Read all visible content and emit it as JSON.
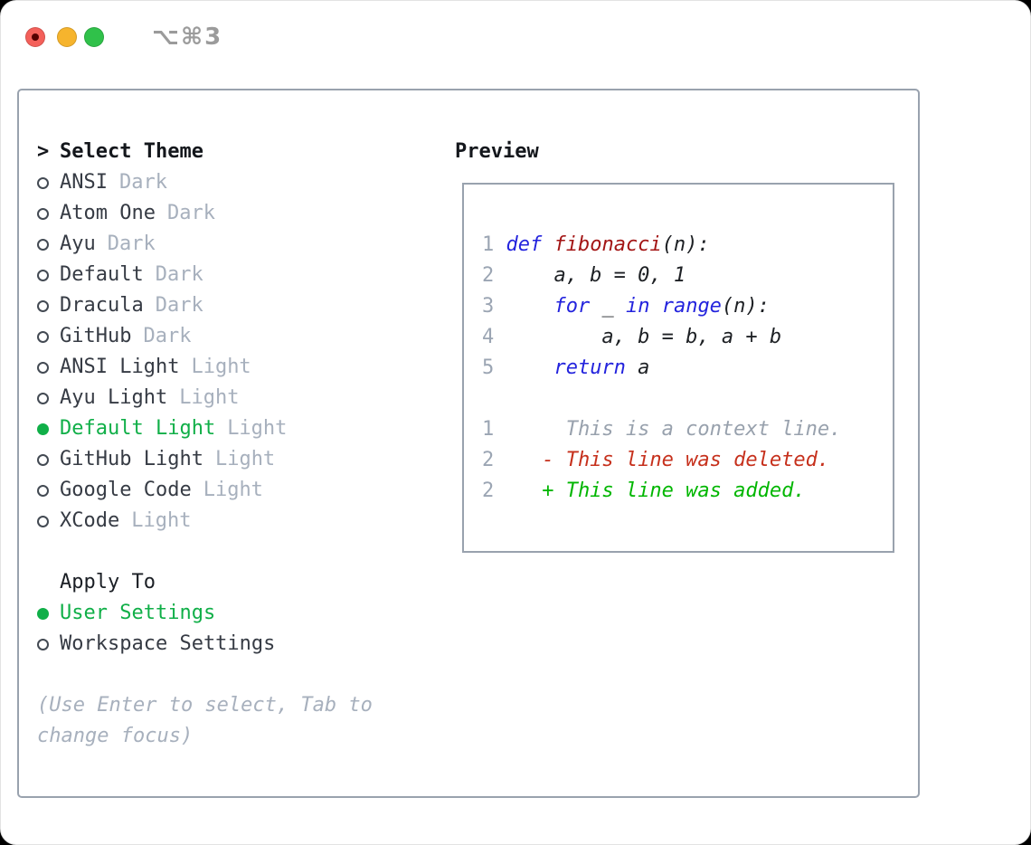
{
  "colors": {
    "ink": "#14171c",
    "item": "#363b44",
    "muted": "#a7b0bd",
    "green": "#10af48",
    "kw_blue": "#2323dd",
    "fn_red": "#a31515",
    "code_plain": "#1d2024",
    "ln_gray": "#9ba5b3",
    "ctx_gray": "#98a1ad",
    "del_red": "#c6301c",
    "add_green": "#00b600",
    "panel_border": "#99a2ae",
    "title_gray": "#9b9b9b",
    "light_red": "#f4605a",
    "light_red_dot": "#550000",
    "light_yellow": "#f6b42d",
    "light_green": "#30c14a"
  },
  "window": {
    "title": "⌥⌘3"
  },
  "theme_menu": {
    "pointer": ">",
    "header": "Select Theme",
    "items": [
      {
        "name": "ANSI",
        "variant": "Dark",
        "selected": false
      },
      {
        "name": "Atom One",
        "variant": "Dark",
        "selected": false
      },
      {
        "name": "Ayu",
        "variant": "Dark",
        "selected": false
      },
      {
        "name": "Default",
        "variant": "Dark",
        "selected": false
      },
      {
        "name": "Dracula",
        "variant": "Dark",
        "selected": false
      },
      {
        "name": "GitHub",
        "variant": "Dark",
        "selected": false
      },
      {
        "name": "ANSI Light",
        "variant": "Light",
        "selected": false
      },
      {
        "name": "Ayu Light",
        "variant": "Light",
        "selected": false
      },
      {
        "name": "Default Light",
        "variant": "Light",
        "selected": true
      },
      {
        "name": "GitHub Light",
        "variant": "Light",
        "selected": false
      },
      {
        "name": "Google Code",
        "variant": "Light",
        "selected": false
      },
      {
        "name": "XCode",
        "variant": "Light",
        "selected": false
      }
    ]
  },
  "apply_to": {
    "label": "Apply To",
    "options": [
      {
        "name": "User Settings",
        "selected": true
      },
      {
        "name": "Workspace Settings",
        "selected": false
      }
    ]
  },
  "hint": "(Use Enter to select, Tab to\nchange focus)",
  "preview": {
    "label": "Preview",
    "lines": [
      {
        "num": "1",
        "segments": [
          {
            "text": "def"
          },
          {
            "text": " "
          },
          {
            "text": "fibonacci"
          },
          {
            "text": "(n):"
          }
        ]
      },
      {
        "num": "2",
        "segments": [
          {
            "text": "    a, b = 0, 1"
          }
        ]
      },
      {
        "num": "3",
        "segments": [
          {
            "text": "    "
          },
          {
            "text": "for"
          },
          {
            "text": " _ "
          },
          {
            "text": "in"
          },
          {
            "text": " "
          },
          {
            "text": "range"
          },
          {
            "text": "(n):"
          }
        ]
      },
      {
        "num": "4",
        "segments": [
          {
            "text": "        a, b = b, a + b"
          }
        ]
      },
      {
        "num": "5",
        "segments": [
          {
            "text": "    "
          },
          {
            "text": "return"
          },
          {
            "text": " a"
          }
        ]
      },
      {
        "num": "",
        "segments": []
      },
      {
        "num": "1",
        "segments": [
          {
            "text": "     This is a context line."
          }
        ]
      },
      {
        "num": "2",
        "segments": [
          {
            "text": "   - This line was deleted."
          }
        ]
      },
      {
        "num": "2",
        "segments": [
          {
            "text": "   + This line was added."
          }
        ]
      }
    ]
  }
}
